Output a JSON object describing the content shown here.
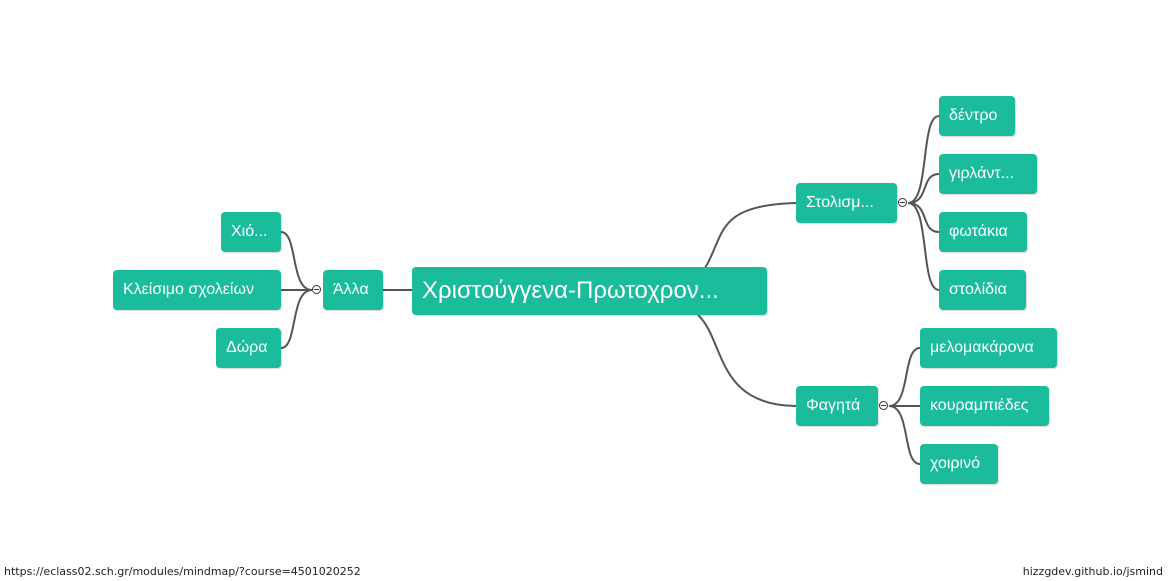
{
  "mindmap": {
    "root": {
      "label": "Χριστούγγενα-Πρωτοχρον..."
    },
    "right": [
      {
        "label": "Στολισμ...",
        "children": [
          "δέντρο",
          "γιρλάντ...",
          "φωτάκια",
          "στολίδια"
        ]
      },
      {
        "label": "Φαγητά",
        "children": [
          "μελομακάρονα",
          "κουραμπιέδες",
          "χοιρινό"
        ]
      }
    ],
    "left": [
      {
        "label": "Άλλα",
        "children": [
          "Χιό...",
          "Κλείσιμο σχολείων",
          "Δώρα"
        ]
      }
    ]
  },
  "footer": {
    "url": "https://eclass02.sch.gr/modules/mindmap/?course=4501020252",
    "credit": "hizzgdev.github.io/jsmind"
  },
  "colors": {
    "node": "#1abc9c",
    "line": "#555555"
  }
}
